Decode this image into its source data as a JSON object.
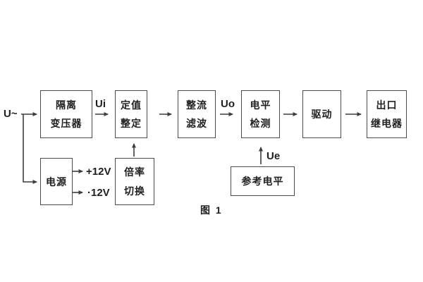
{
  "figure": {
    "caption": "图 1"
  },
  "labels": {
    "input": "U~",
    "ui": "Ui",
    "uo": "Uo",
    "ue": "Ue",
    "rail_positive": "+12V",
    "rail_negative": "·12V"
  },
  "blocks": {
    "isolation_transformer": {
      "line1": "隔离",
      "line2": "变压器"
    },
    "setting_adjust": {
      "line1": "定值",
      "line2": "整定"
    },
    "rectifier_filter": {
      "line1": "整流",
      "line2": "滤波"
    },
    "level_detector": {
      "line1": "电平",
      "line2": "检测"
    },
    "driver": {
      "label": "驱动"
    },
    "output_relay": {
      "line1": "出口",
      "line2": "继电器"
    },
    "power_supply": {
      "label": "电源"
    },
    "ratio_switch": {
      "line1": "倍率",
      "line2": "切换"
    },
    "reference_level": {
      "label": "参考电平"
    }
  },
  "colors": {
    "line": "#3d3d3d",
    "border": "#4a4a4a",
    "text": "#1f1f1f",
    "background": "#ffffff"
  }
}
